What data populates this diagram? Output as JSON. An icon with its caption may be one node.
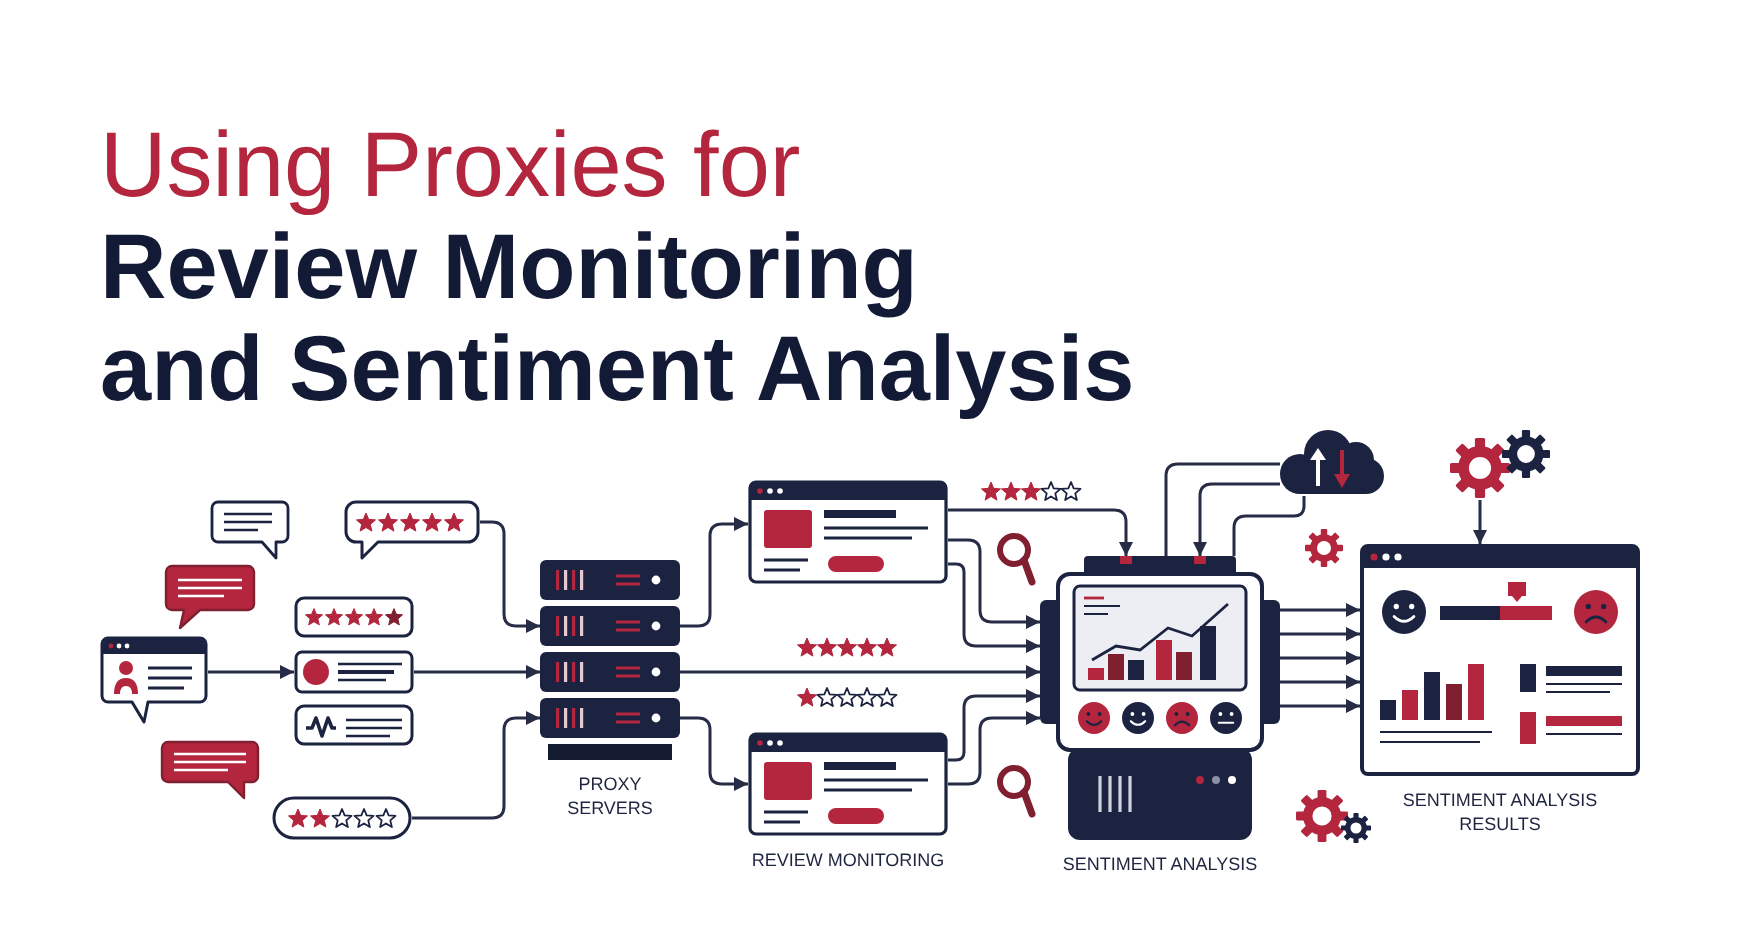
{
  "diagram": {
    "title": "Using Proxies for **Review Monitoring and Sentiment Analysis**",
    "nodes": [
      {
        "text": [],
        "shape": "picture"
      },
      {
        "text": [],
        "shape": "picture"
      },
      {
        "text": [],
        "shape": "picture"
      },
      {
        "text": [],
        "shape": "picture"
      },
      {
        "text": [
          "PROXY SERVERS"
        ]
      },
      {
        "text": [],
        "shape": "picture"
      },
      {
        "text": [
          "REVIEW MONITORING"
        ]
      },
      {
        "text": [],
        "shape": "cloud"
      },
      {
        "text": [
          "SENTIMENT ANALYSIS"
        ]
      },
      {
        "text": [],
        "shape": "picture"
      },
      {
        "text": [
          "SENTIMENT ANALYSIS RESULTS"
        ]
      }
    ],
    "edges": [
      {
        "from": 0,
        "to": 2,
        "arrow": "to"
      },
      {
        "from": 1,
        "to": 4,
        "arrow": "to"
      },
      {
        "from": 2,
        "to": 4,
        "arrow": "to"
      },
      {
        "from": 3,
        "to": 4,
        "arrow": "to"
      },
      {
        "from": 4,
        "to": 5,
        "arrow": "to"
      },
      {
        "from": 4,
        "to": 8,
        "arrow": "to"
      },
      {
        "from": 4,
        "to": 6,
        "arrow": "to"
      },
      {
        "from": 5,
        "to": 8,
        "arrow": "to"
      },
      {
        "from": 5,
        "to": 8,
        "arrow": "to"
      },
      {
        "from": 5,
        "to": 8,
        "arrow": "to"
      },
      {
        "from": 6,
        "to": 8,
        "arrow": "to"
      },
      {
        "from": 6,
        "to": 8,
        "arrow": "to"
      },
      {
        "from": 8,
        "to": 7,
        "arrow": "none"
      },
      {
        "from": 7,
        "to": 8,
        "arrow": "to"
      },
      {
        "from": 8,
        "to": 7,
        "arrow": "none"
      },
      {
        "from": 9,
        "to": 10,
        "arrow": "to"
      },
      {
        "from": 8,
        "to": 10,
        "arrow": "to"
      },
      {
        "from": 8,
        "to": 10,
        "arrow": "to"
      },
      {
        "from": 8,
        "to": 10,
        "arrow": "to"
      },
      {
        "from": 8,
        "to": 10,
        "arrow": "to"
      },
      {
        "from": 8,
        "to": 10,
        "arrow": "to"
      }
    ]
  }
}
